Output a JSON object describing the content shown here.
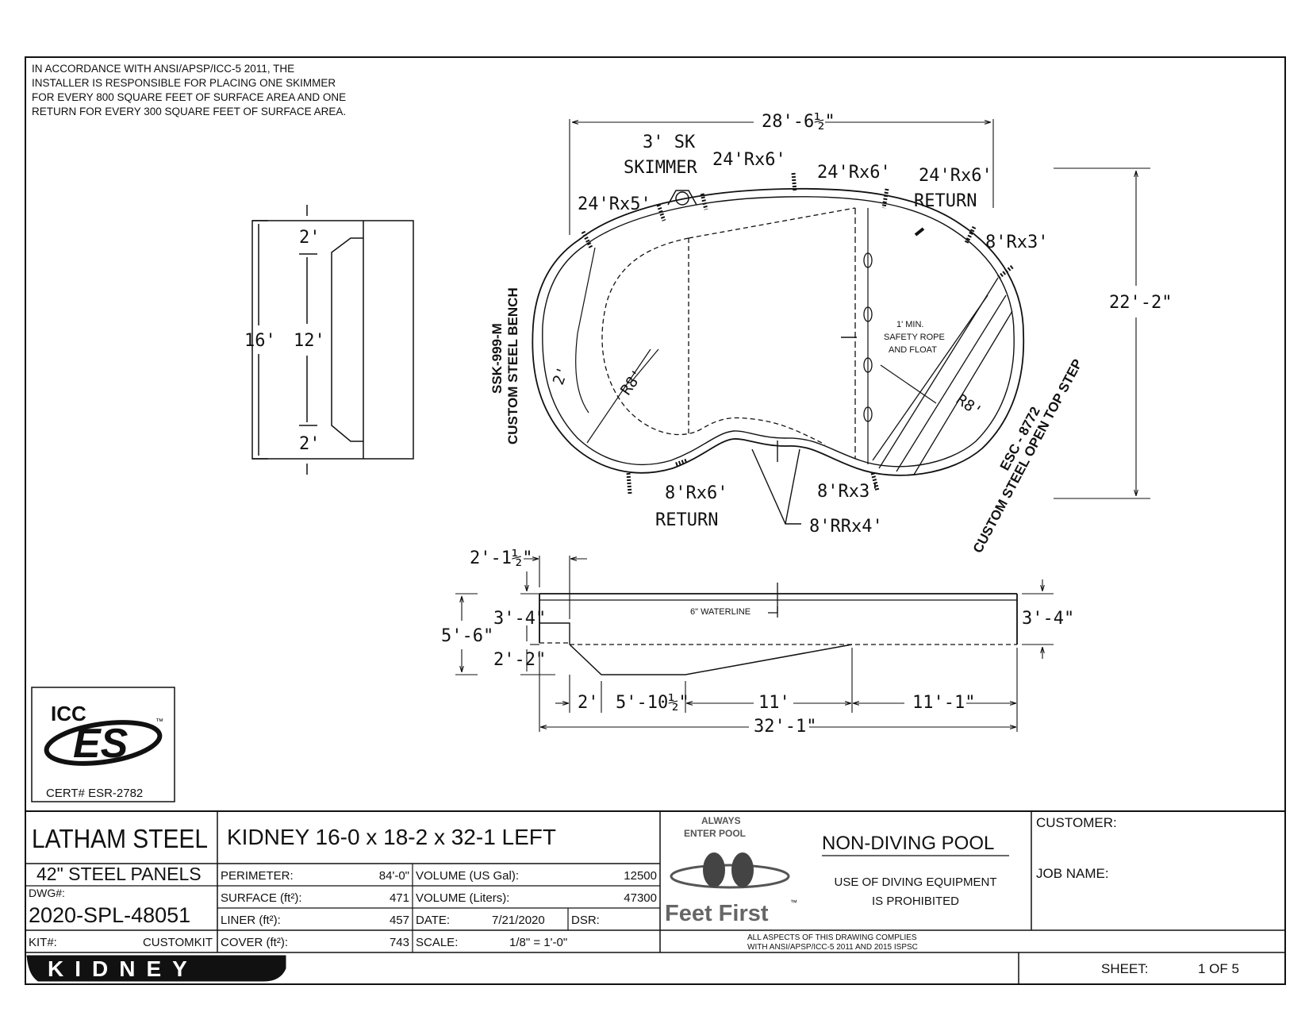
{
  "note_lines": [
    "IN ACCORDANCE WITH ANSI/APSP/ICC-5 2011, THE",
    "INSTALLER IS RESPONSIBLE FOR PLACING ONE SKIMMER",
    "FOR EVERY 800 SQUARE FEET OF SURFACE AREA AND ONE",
    "RETURN FOR EVERY 300 SQUARE FEET OF SURFACE AREA."
  ],
  "plan": {
    "length_top": "28'-6½\"",
    "width_right": "22'-2\"",
    "skimmer_line1": "3' SK",
    "skimmer_line2": "SKIMMER",
    "fittings": {
      "f1": "24'Rx5'",
      "f2": "24'Rx6'",
      "f3": "24'Rx6'",
      "f4_line1": "24'Rx6'",
      "f4_line2": "RETURN",
      "f5": "8'Rx3'",
      "f6_line1": "8'Rx6'",
      "f6_line2": "RETURN",
      "f7": "8'Rx3'",
      "f8": "8'RRx4'"
    },
    "bench_line1": "SSK-999-M",
    "bench_line2": "CUSTOM STEEL BENCH",
    "step_line1": "ESC - 8772",
    "step_line2": "CUSTOM STEEL OPEN TOP STEP",
    "rope_line1": "1' MIN.",
    "rope_line2": "SAFETY ROPE",
    "rope_line3": "AND FLOAT",
    "r_left": "R8'",
    "r_right": "R8'",
    "bench_width": "2'"
  },
  "panel": {
    "overall": "16'",
    "top": "2'",
    "middle": "12'",
    "bottom": "2'"
  },
  "section": {
    "offset": "2'-1½\"",
    "depth_left": "3'-4\"",
    "overall_depth": "5'-6\"",
    "step_depth": "2'-2\"",
    "depth_right": "3'-4\"",
    "waterline": "6\" WATERLINE",
    "seg1": "2'",
    "seg2": "5'-10½\"",
    "seg3": "11'",
    "seg4": "11'-1\"",
    "total_length": "32'-1\""
  },
  "cert": {
    "logo_top": "ICC",
    "logo_main": "ES",
    "logo_tm": "™",
    "number": "CERT# ESR-2782"
  },
  "title_block": {
    "brand": "LATHAM STEEL",
    "panels": "42\"  STEEL PANELS",
    "dwg_label": "DWG#:",
    "dwg_number": "2020-SPL-48051",
    "kit_label": "KIT#:",
    "kit_value": "CUSTOMKIT",
    "shape_badge": "KIDNEY",
    "pool_title": "KIDNEY 16-0 x 18-2 x 32-1 LEFT",
    "perimeter_label": "PERIMETER:",
    "perimeter_value": "84'-0\"",
    "surface_label": "SURFACE (ft²):",
    "surface_value": "471",
    "liner_label": "LINER (ft²):",
    "liner_value": "457",
    "cover_label": "COVER (ft²):",
    "cover_value": "743",
    "volume_gal_label": "VOLUME (US Gal):",
    "volume_gal_value": "12500",
    "volume_l_label": "VOLUME (Liters):",
    "volume_l_value": "47300",
    "date_label": "DATE:",
    "date_value": "7/21/2020",
    "dsr_label": "DSR:",
    "scale_label": "SCALE:",
    "scale_value": "1/8\" = 1'-0\"",
    "feet_first_top1": "ALWAYS",
    "feet_first_top2": "ENTER POOL",
    "feet_first_main": "Feet First",
    "feet_first_tm": "™",
    "non_diving": "NON-DIVING POOL",
    "warning_line1": "USE OF DIVING EQUIPMENT",
    "warning_line2": "IS PROHIBITED",
    "compliance_line1": "ALL ASPECTS OF THIS DRAWING COMPLIES",
    "compliance_line2": "WITH ANSI/APSP/ICC-5 2011 AND 2015 ISPSC",
    "customer_label": "CUSTOMER:",
    "job_label": "JOB NAME:",
    "sheet_label": "SHEET:",
    "sheet_value": "1 OF 5"
  }
}
